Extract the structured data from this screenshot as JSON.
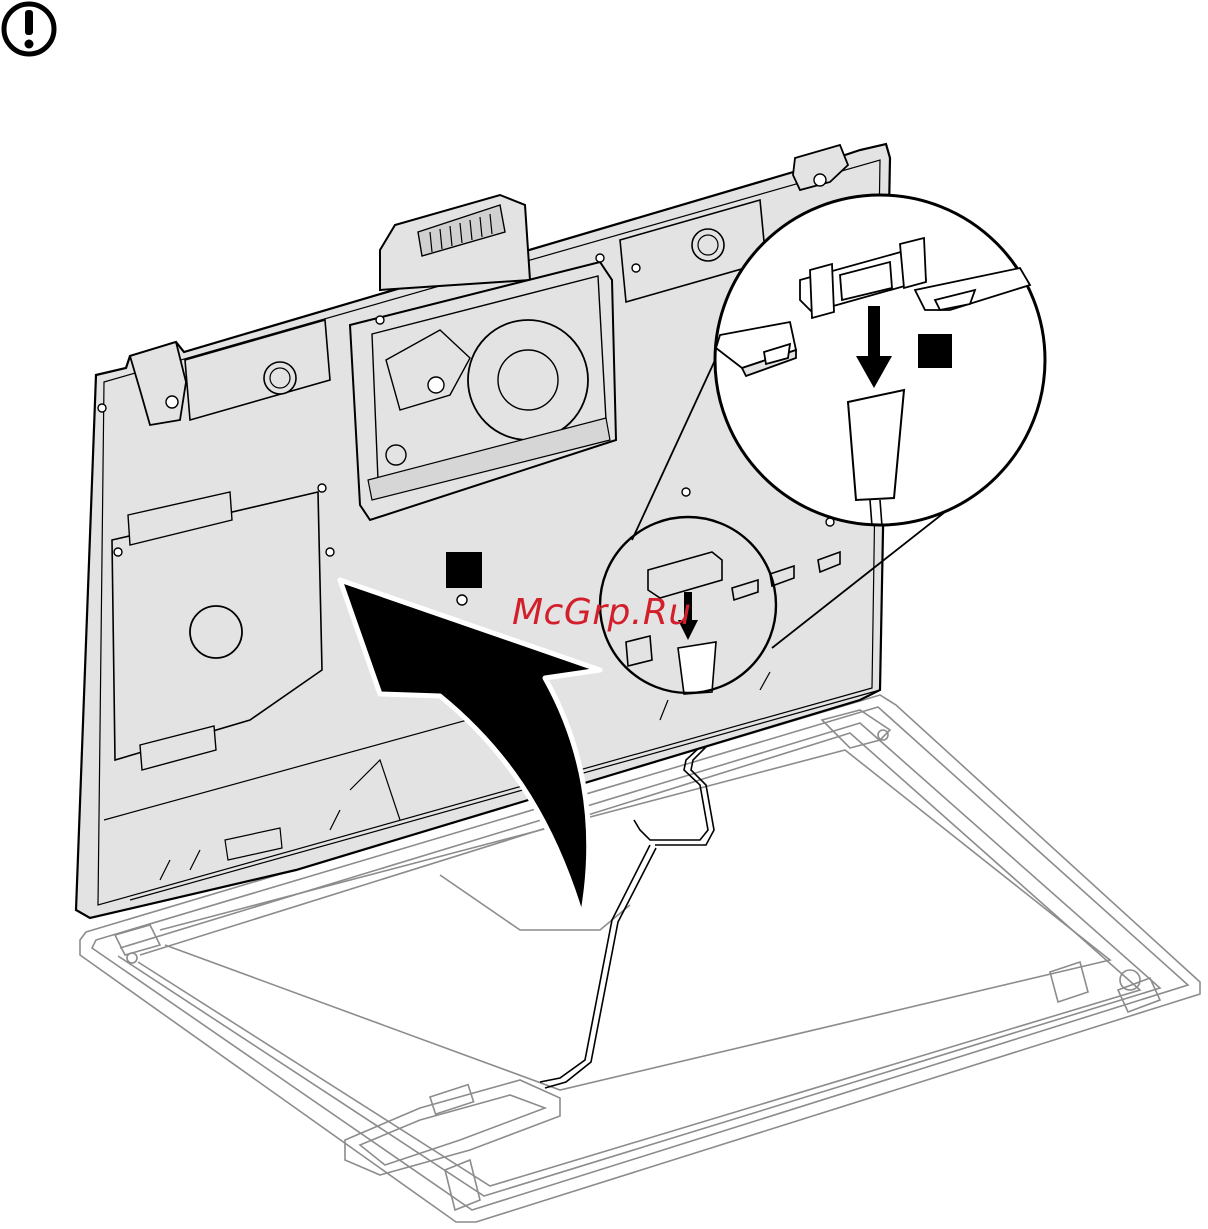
{
  "watermark": "McGrp.Ru",
  "icons": {
    "caution": "caution-exclamation-icon",
    "step_marker": "step-marker-square",
    "rotate_arrow": "curved-rotate-arrow",
    "push_arrow": "down-arrow"
  },
  "colors": {
    "ink": "#000000",
    "panel_fill": "#e3e3e3",
    "bezel_stroke": "#8c8c8c",
    "watermark": "#d21f2b"
  }
}
